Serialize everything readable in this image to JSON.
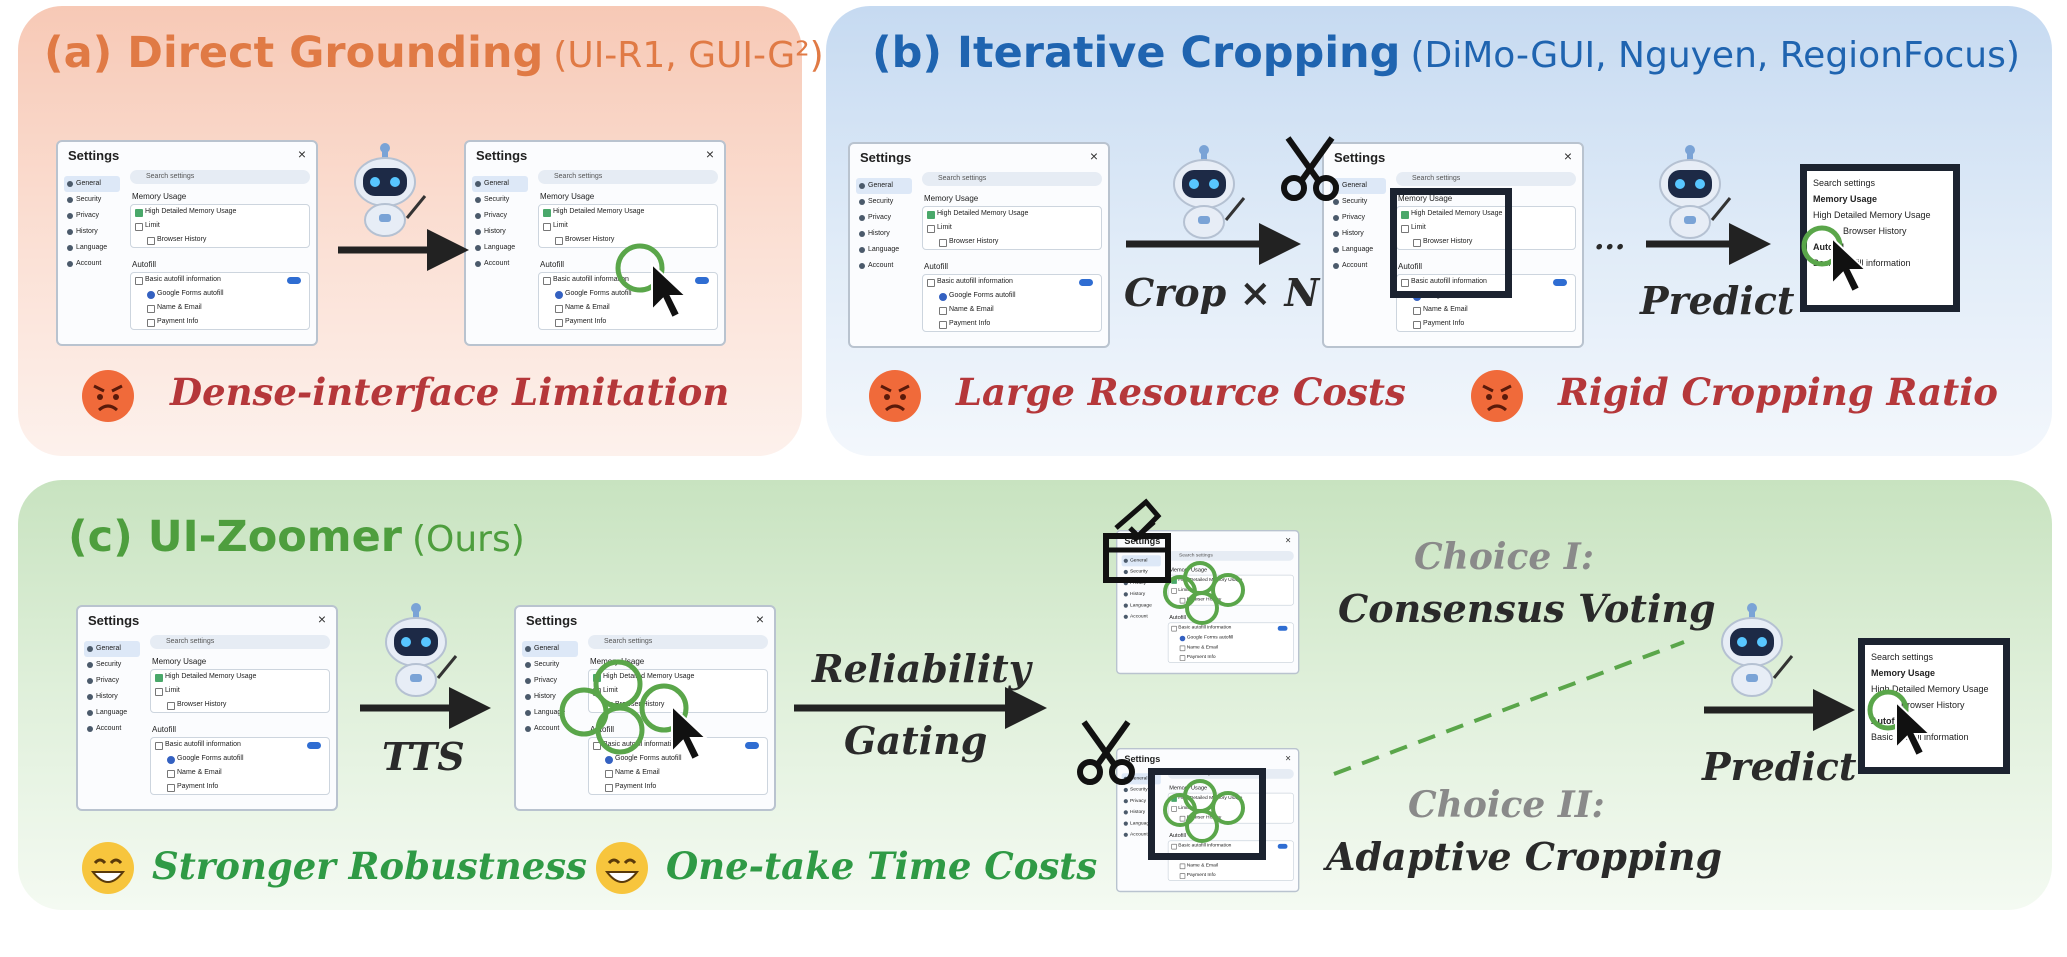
{
  "panel_a": {
    "title": "(a) Direct Grounding",
    "subtitle": "(UI-R1, GUI-G²)",
    "limitation": "Dense-interface Limitation"
  },
  "panel_b": {
    "title": "(b) Iterative Cropping",
    "subtitle": "(DiMo-GUI, Nguyen, RegionFocus)",
    "crop_label": "Crop × N",
    "ellipsis": "...",
    "predict_label": "Predict",
    "limitation_1": "Large Resource Costs",
    "limitation_2": "Rigid Cropping Ratio"
  },
  "panel_c": {
    "title": "(c) UI-Zoomer",
    "subtitle": "(Ours)",
    "tts_label": "TTS",
    "gating_label_1": "Reliability",
    "gating_label_2": "Gating",
    "choice1_title": "Choice I:",
    "choice1_name": "Consensus Voting",
    "choice2_title": "Choice II:",
    "choice2_name": "Adaptive Cropping",
    "predict_label": "Predict",
    "benefit_1": "Stronger Robustness",
    "benefit_2": "One-take Time Costs"
  },
  "settings_window": {
    "title": "Settings",
    "close": "×",
    "search_placeholder": "Search settings",
    "sidebar": [
      "General",
      "Security",
      "Privacy",
      "History",
      "Language",
      "Account"
    ],
    "memory_section": "Memory Usage",
    "memory_option": "High Detailed Memory Usage",
    "limit": "Limit",
    "browser_history": "Browser History",
    "autofill_section": "Autofill",
    "basic_autofill": "Basic autofill information",
    "google_autofill": "Google Forms autofill",
    "name_email": "Name & Email",
    "payment": "Payment Info"
  },
  "colors": {
    "panel_a_bg": "#f7c9b6",
    "panel_b_bg": "#c6daf1",
    "panel_c_bg": "#c8e3c0",
    "title_a": "#e07a45",
    "title_b": "#1f64b0",
    "title_c": "#4e9e3e",
    "negative_text": "#b5373a",
    "positive_text": "#2f9a45",
    "target_circle": "#5aa64a"
  },
  "icons": [
    "robot-icon",
    "scissors-icon",
    "ballot-box-icon",
    "cursor-icon",
    "angry-face-icon",
    "grinning-face-icon"
  ]
}
